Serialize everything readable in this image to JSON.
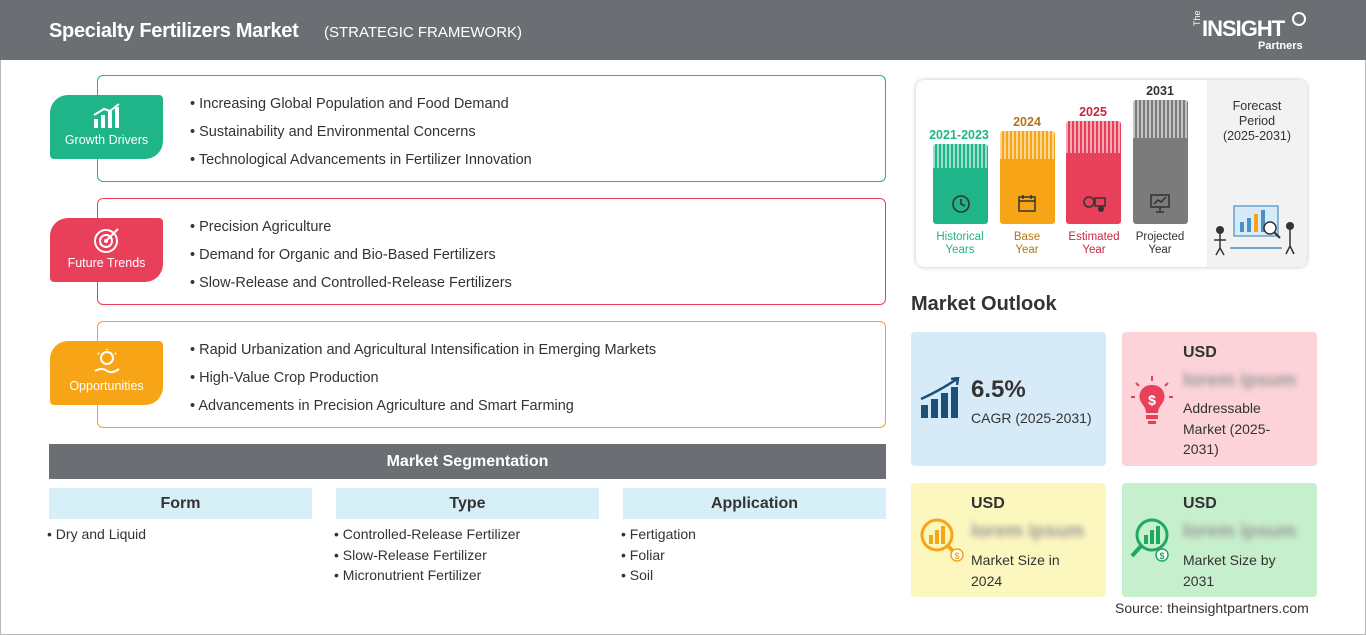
{
  "header": {
    "title": "Specialty Fertilizers Market",
    "subtitle": "(STRATEGIC FRAMEWORK)",
    "logo": {
      "the": "The",
      "insight": "INSIGHT",
      "partners": "Partners"
    }
  },
  "colors": {
    "green": "#1fb589",
    "red": "#e8405a",
    "orange": "#f7a516",
    "gray": "#7b7b7b",
    "header": "#6b6f73"
  },
  "framework": [
    {
      "label": "Growth Drivers",
      "icon": "growth-chart-icon",
      "items": [
        "Increasing Global Population and Food Demand",
        "Sustainability and Environmental Concerns",
        "Technological Advancements in Fertilizer Innovation"
      ]
    },
    {
      "label": "Future Trends",
      "icon": "target-icon",
      "items": [
        "Precision Agriculture",
        "Demand for Organic and Bio-Based Fertilizers",
        "Slow-Release and Controlled-Release Fertilizers"
      ]
    },
    {
      "label": "Opportunities",
      "icon": "lightbulb-hand-icon",
      "items": [
        "Rapid Urbanization and Agricultural Intensification in Emerging Markets",
        "High-Value Crop Production",
        "Advancements in Precision Agriculture and Smart Farming"
      ]
    }
  ],
  "segmentation": {
    "title": "Market Segmentation",
    "columns": [
      {
        "heading": "Form",
        "items": [
          "Dry and Liquid"
        ]
      },
      {
        "heading": "Type",
        "items": [
          "Controlled-Release Fertilizer",
          "Slow-Release Fertilizer",
          "Micronutrient Fertilizer"
        ]
      },
      {
        "heading": "Application",
        "items": [
          "Fertigation",
          "Foliar",
          "Soil"
        ]
      }
    ]
  },
  "timeline": {
    "columns": [
      {
        "year": "2021-2023",
        "label": [
          "Historical",
          "Years"
        ],
        "color": "#1fb589",
        "icon": "history-clock-icon"
      },
      {
        "year": "2024",
        "label": [
          "Base",
          "Year"
        ],
        "color": "#f7a516",
        "icon": "calendar-icon"
      },
      {
        "year": "2025",
        "label": [
          "Estimated",
          "Year"
        ],
        "color": "#e8405a",
        "icon": "estimate-gear-icon"
      },
      {
        "year": "2031",
        "label": [
          "Projected",
          "Year"
        ],
        "color": "#7b7b7b",
        "icon": "presentation-board-icon"
      }
    ],
    "forecast": [
      "Forecast",
      "Period",
      "(2025-2031)"
    ]
  },
  "outlook": {
    "title": "Market Outlook",
    "cagr": {
      "value": "6.5%",
      "label": "CAGR (2025-2031)"
    },
    "addressable": {
      "usd": "USD",
      "value": "lorem ipsum",
      "label": [
        "Addressable",
        "Market (2025-",
        "2031)"
      ]
    },
    "size2024": {
      "usd": "USD",
      "value": "lorem ipsum",
      "label": [
        "Market Size in",
        "2024"
      ]
    },
    "size2031": {
      "usd": "USD",
      "value": "lorem ipsum",
      "label": [
        "Market Size by",
        "2031"
      ]
    }
  },
  "source": "Source: theinsightpartners.com"
}
